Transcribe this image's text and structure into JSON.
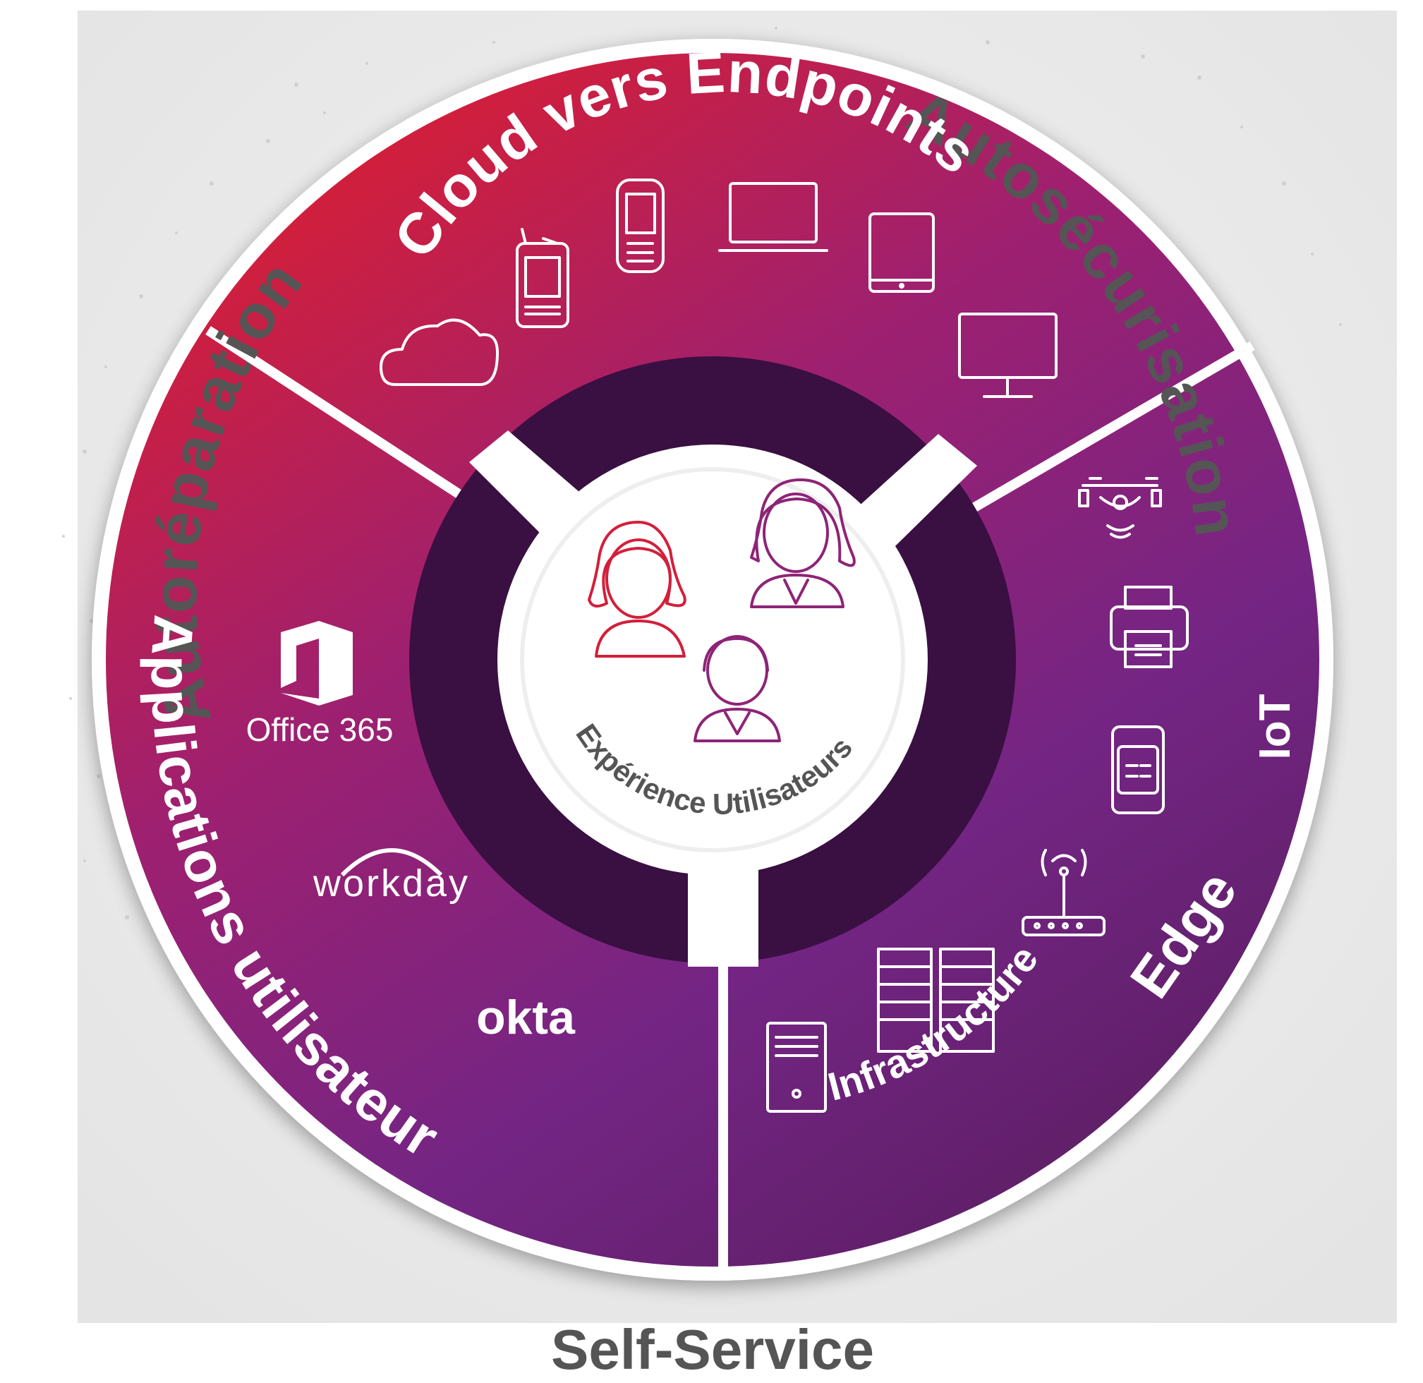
{
  "outer_labels": {
    "left": "Autoréparation",
    "right": "Autosécurisation",
    "bottom": "Self-Service"
  },
  "segments": {
    "top": {
      "title": "Cloud vers Endpoints",
      "icons": [
        "cloud-icon",
        "rugged-handheld-icon",
        "mobile-computer-icon",
        "laptop-icon",
        "tablet-icon",
        "monitor-icon"
      ]
    },
    "left": {
      "title": "Applications utilisateur",
      "apps": {
        "office": "Office 365",
        "workday": "workday",
        "okta": "okta"
      }
    },
    "right": {
      "iot_label": "IoT",
      "edge_label": "Edge",
      "infra_label": "Infrastructure",
      "icons": [
        "drone-icon",
        "printer-icon",
        "smartwatch-icon",
        "wifi-router-icon",
        "server-rack-icon",
        "tower-server-icon"
      ]
    }
  },
  "center": {
    "label": "Expérience Utilisateurs",
    "icons": [
      "woman-avatar-red-icon",
      "woman-avatar-purple-icon",
      "man-avatar-purple-icon"
    ]
  },
  "colors": {
    "red": "#d31f3a",
    "purple": "#8e2477",
    "violet": "#6a2378",
    "dark": "#3a0f42",
    "label_gray": "#555555"
  }
}
